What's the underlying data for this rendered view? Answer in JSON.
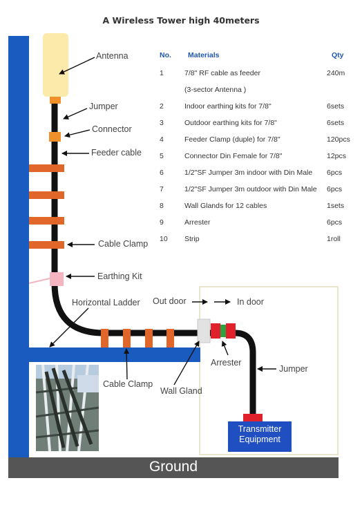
{
  "title": "A Wireless Tower high 40meters",
  "table": {
    "headers": {
      "no": "No.",
      "material": "Materials",
      "qty": "Qty"
    },
    "rows": [
      {
        "no": "1",
        "material": "7/8\" RF cable as feeder",
        "qty": "240m"
      },
      {
        "no": "",
        "material": "(3-sector Antenna )",
        "qty": ""
      },
      {
        "no": "2",
        "material": "Indoor earthing kits for 7/8\"",
        "qty": "6sets"
      },
      {
        "no": "3",
        "material": "Outdoor earthing kits for 7/8\"",
        "qty": "6sets"
      },
      {
        "no": "4",
        "material": "Feeder Clamp (duple) for 7/8\"",
        "qty": "120pcs"
      },
      {
        "no": "5",
        "material": "Connector Din Female  for 7/8\"",
        "qty": "12pcs"
      },
      {
        "no": "6",
        "material": "1/2\"SF Jumper 3m indoor with Din Male",
        "qty": "6pcs"
      },
      {
        "no": "7",
        "material": "1/2\"SF Jumper 3m outdoor with Din Male",
        "qty": "6pcs"
      },
      {
        "no": "8",
        "material": "Wall Glands for 12 cables",
        "qty": "1sets"
      },
      {
        "no": "9",
        "material": "Arrester",
        "qty": "6pcs"
      },
      {
        "no": "10",
        "material": "Strip",
        "qty": "1roll"
      }
    ]
  },
  "labels": {
    "antenna": "Antenna",
    "jumper_top": "Jumper",
    "connector": "Connector",
    "feeder_cable": "Feeder cable",
    "cable_clamp_top": "Cable Clamp",
    "earthing_kit": "Earthing Kit",
    "horizontal_ladder": "Horizontal Ladder",
    "out_door": "Out door",
    "in_door": "In door",
    "arrester": "Arrester",
    "jumper_bottom": "Jumper",
    "cable_clamp_bottom": "Cable Clamp",
    "wall_gland": "Wall Gland",
    "transmitter_line1": "Transmitter",
    "transmitter_line2": "Equipment",
    "ground": "Ground"
  },
  "colors": {
    "tower": "#1a5bbf",
    "cable": "#111111",
    "clamp": "#e0662a",
    "antenna": "#fbeaa9",
    "connector": "#f0902a",
    "earthing_kit": "#f5b5c0",
    "arrester_red": "#e0202a",
    "arrester_green": "#2ea040",
    "ground": "#555555",
    "transmitter": "#1f4fc0",
    "table_header": "#1f56b3",
    "indoor_border": "#e8e6cc"
  }
}
